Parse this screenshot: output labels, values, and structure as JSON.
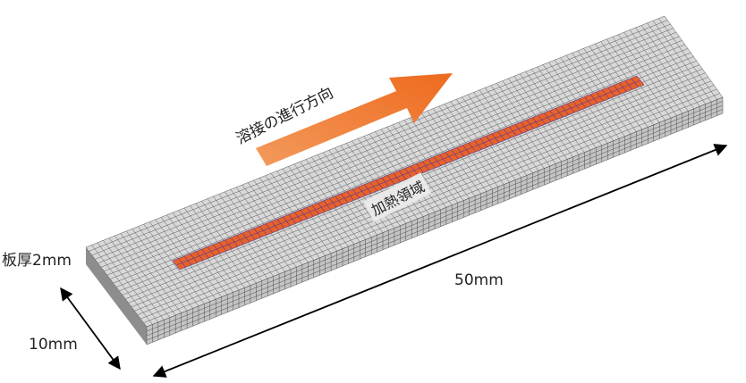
{
  "labels": {
    "thickness": "板厚2mm",
    "length": "50mm",
    "width": "10mm",
    "weld_direction": "溶接の進行方向",
    "heated_region": "加熱領域"
  },
  "colors": {
    "plate_top": "#d8d8d8",
    "plate_front": "#c4c4c4",
    "plate_side": "#9a9a9a",
    "mesh": "#5a5a5a",
    "heat_zone": "#e8612a",
    "heat_mesh": "#5b3a8a",
    "arrow": "#f07a2a",
    "dimension": "#000000"
  }
}
